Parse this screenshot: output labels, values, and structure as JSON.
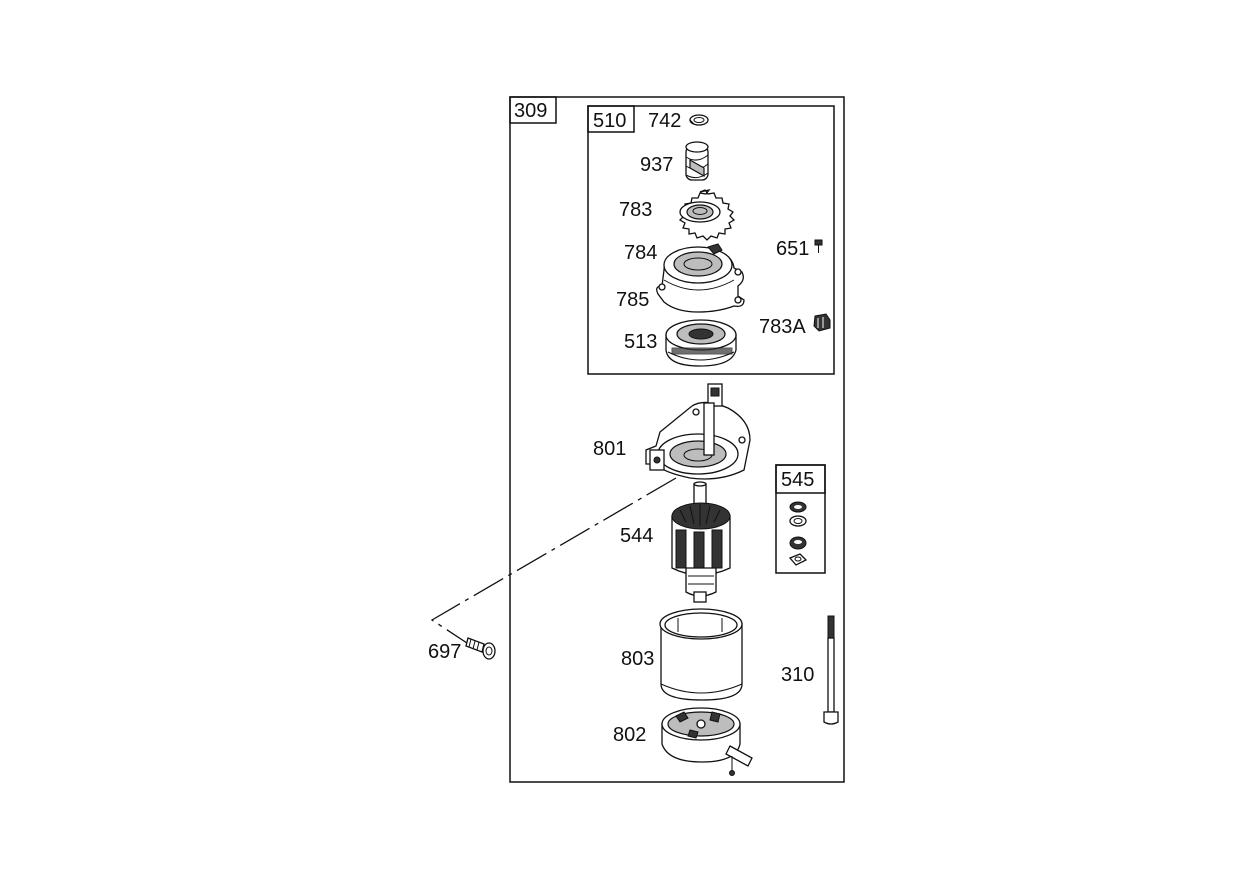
{
  "diagram": {
    "main_assembly_ref": "309",
    "subassembly_drive_ref": "510",
    "subassembly_kit_ref": "545",
    "part_labels": {
      "p742": "742",
      "p937": "937",
      "p783": "783",
      "p784": "784",
      "p651": "651",
      "p785": "785",
      "p783a": "783A",
      "p513": "513",
      "p801": "801",
      "p544": "544",
      "p697": "697",
      "p803": "803",
      "p310": "310",
      "p802": "802"
    }
  }
}
